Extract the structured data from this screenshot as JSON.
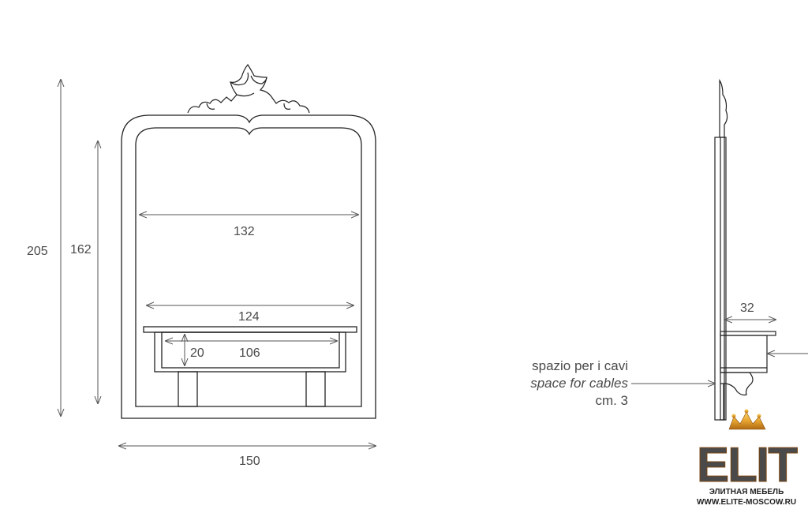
{
  "front_view": {
    "total_height": "205",
    "mirror_height": "162",
    "mirror_inner_width": "132",
    "shelf_width": "124",
    "drawer_width": "106",
    "drawer_height": "20",
    "total_width": "150"
  },
  "side_view": {
    "depth": "32",
    "cable_note_it": "spazio per i cavi",
    "cable_note_en": "space for cables",
    "cable_note_size": "cm. 3"
  },
  "logo": {
    "brand": "ELIT",
    "subtitle": "ЭЛИТНАЯ МЕБЕЛЬ",
    "website": "WWW.ELITE-MOSCOW.RU",
    "gold_color": "#e8a531",
    "gold_dark": "#b06a12"
  }
}
